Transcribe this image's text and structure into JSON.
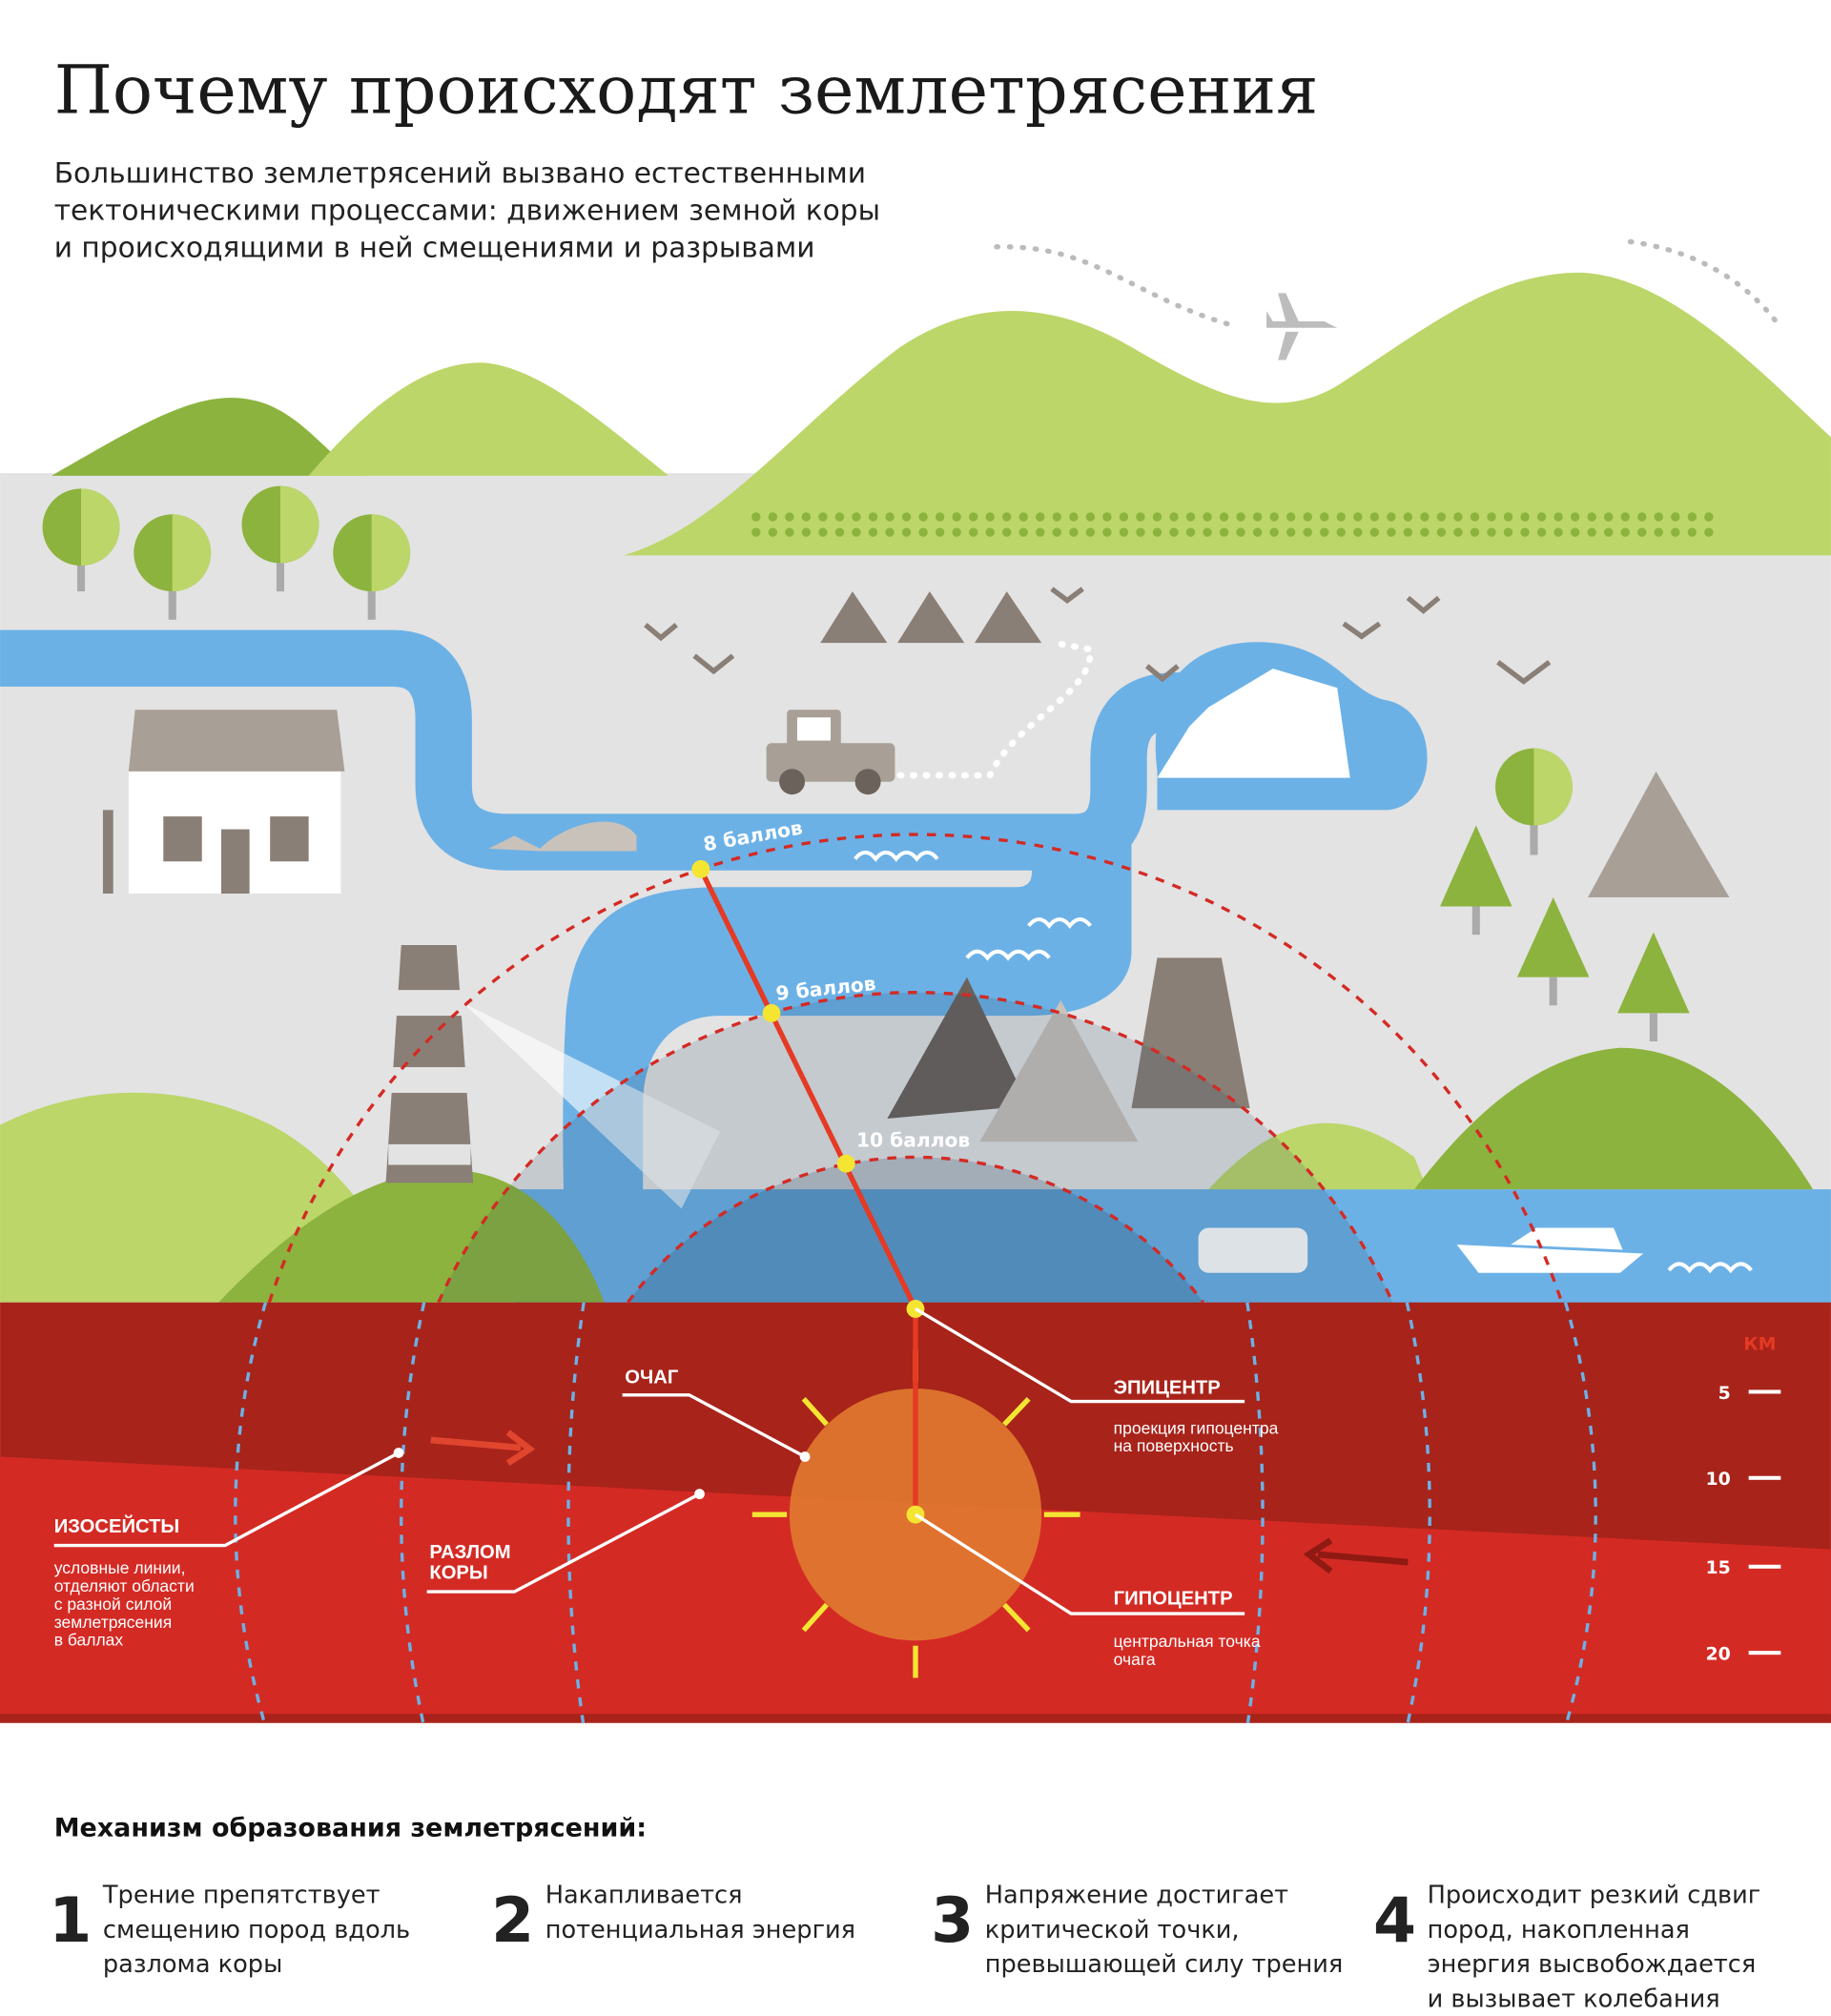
{
  "header": {
    "title": "Почему происходят землетрясения",
    "subtitle_lines": [
      "Большинство землетрясений вызвано естественными",
      "тектоническими процессами: движением земной коры",
      "и происходящими в ней смещениями и разрывами"
    ]
  },
  "intensity_labels": [
    "8 баллов",
    "9 баллов",
    "10 баллов"
  ],
  "depth_scale": {
    "unit": "КМ",
    "ticks": [
      "5",
      "10",
      "15",
      "20"
    ]
  },
  "callouts": {
    "focus": {
      "title": "ОЧАГ"
    },
    "epicenter": {
      "title": "ЭПИЦЕНТР",
      "lines": [
        "проекция гипоцентра",
        "на поверхность"
      ]
    },
    "hypocenter": {
      "title": "ГИПОЦЕНТР",
      "lines": [
        "центральная точка",
        "очага"
      ]
    },
    "isoseismals": {
      "title": "ИЗОСЕЙСТЫ",
      "lines": [
        "условные линии,",
        "отделяют области",
        "с разной силой",
        "землетрясения",
        "в баллах"
      ]
    },
    "fault": {
      "title_lines": [
        "РАЗЛОМ",
        "КОРЫ"
      ]
    }
  },
  "mechanism": {
    "heading": "Механизм образования землетрясений:",
    "steps": [
      {
        "number": "1",
        "lines": [
          "Трение препятствует",
          "смещению пород вдоль",
          "разлома коры"
        ]
      },
      {
        "number": "2",
        "lines": [
          "Накапливается",
          "потенциальная энергия"
        ]
      },
      {
        "number": "3",
        "lines": [
          "Напряжение достигает",
          "критической точки,",
          "превышающей силу трения"
        ]
      },
      {
        "number": "4",
        "lines": [
          "Происходит резкий сдвиг",
          "пород, накопленная",
          "энергия высвобождается",
          "и вызывает колебания"
        ]
      }
    ]
  },
  "colors": {
    "ground": "#e3e3e3",
    "hill_light": "#bcd66a",
    "hill_dark": "#8cb33e",
    "water": "#6cb1e6",
    "water_deep": "#3e7cbf",
    "crust_upper": "#a8231a",
    "crust_lower": "#d42a24",
    "focus": "#e07a30",
    "marker": "#f4e533"
  }
}
